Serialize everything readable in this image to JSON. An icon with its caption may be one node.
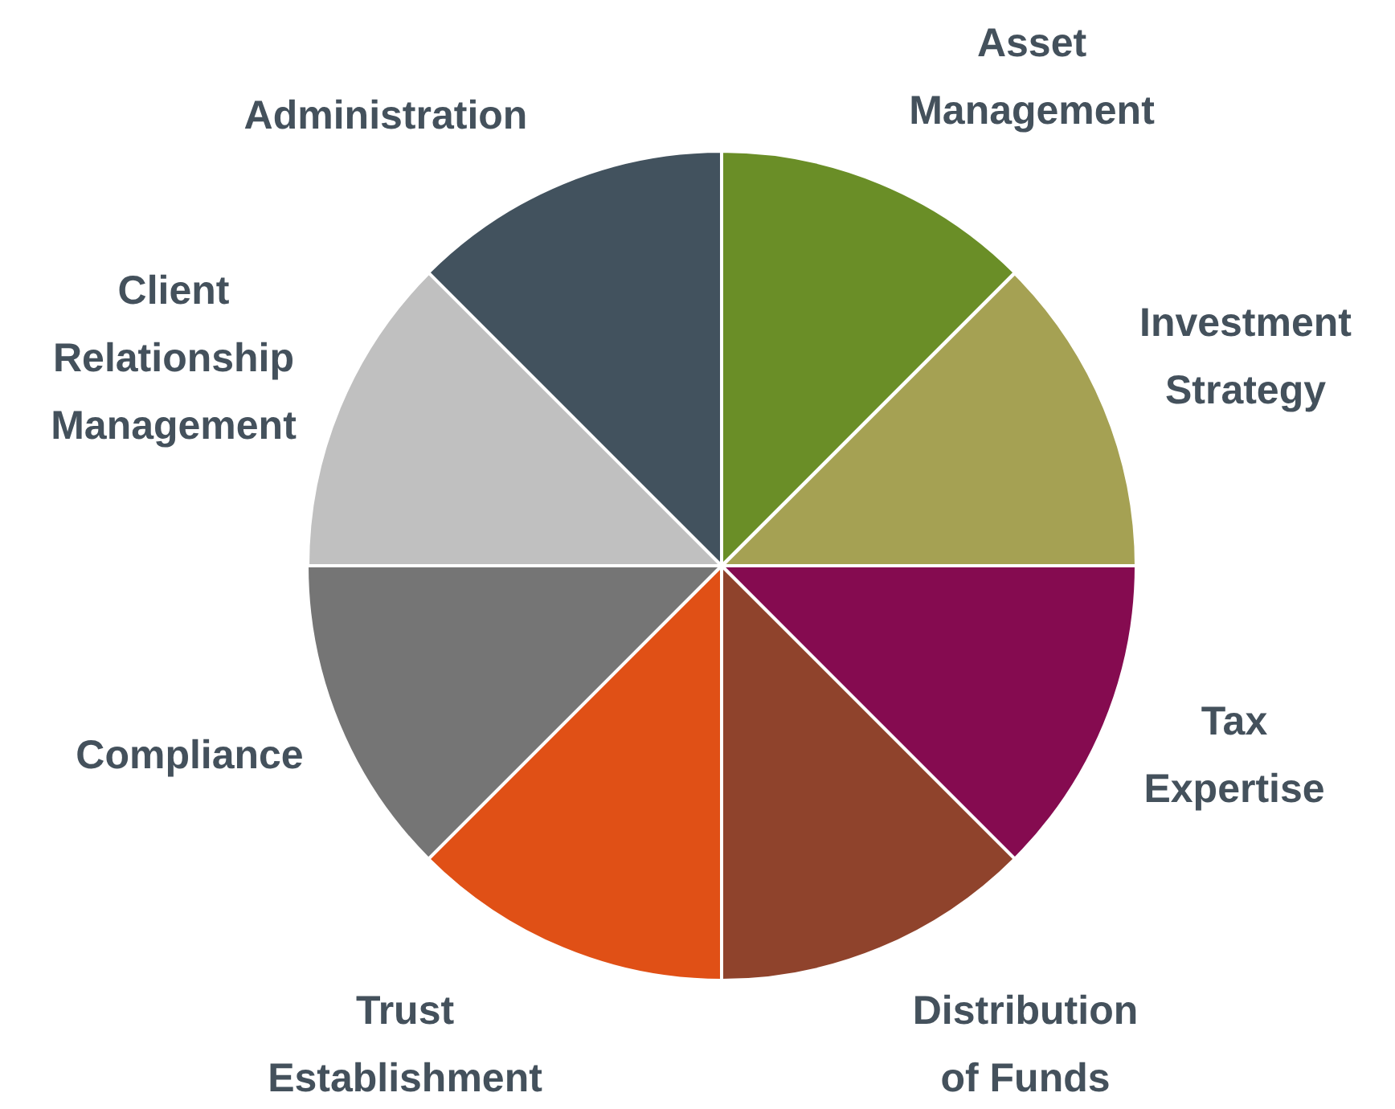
{
  "diagram": {
    "nodes": [
      {
        "text": [
          "Asset Management"
        ]
      },
      {
        "text": [
          "Investment Strategy"
        ]
      },
      {
        "text": [
          "Tax Expertise"
        ]
      },
      {
        "text": [
          "Distribution of Funds"
        ]
      },
      {
        "text": [
          "Trust Establishment"
        ]
      },
      {
        "text": [
          "Compliance"
        ]
      },
      {
        "text": [
          "Client Relationship Management"
        ]
      },
      {
        "text": [
          "Administration"
        ]
      }
    ]
  }
}
